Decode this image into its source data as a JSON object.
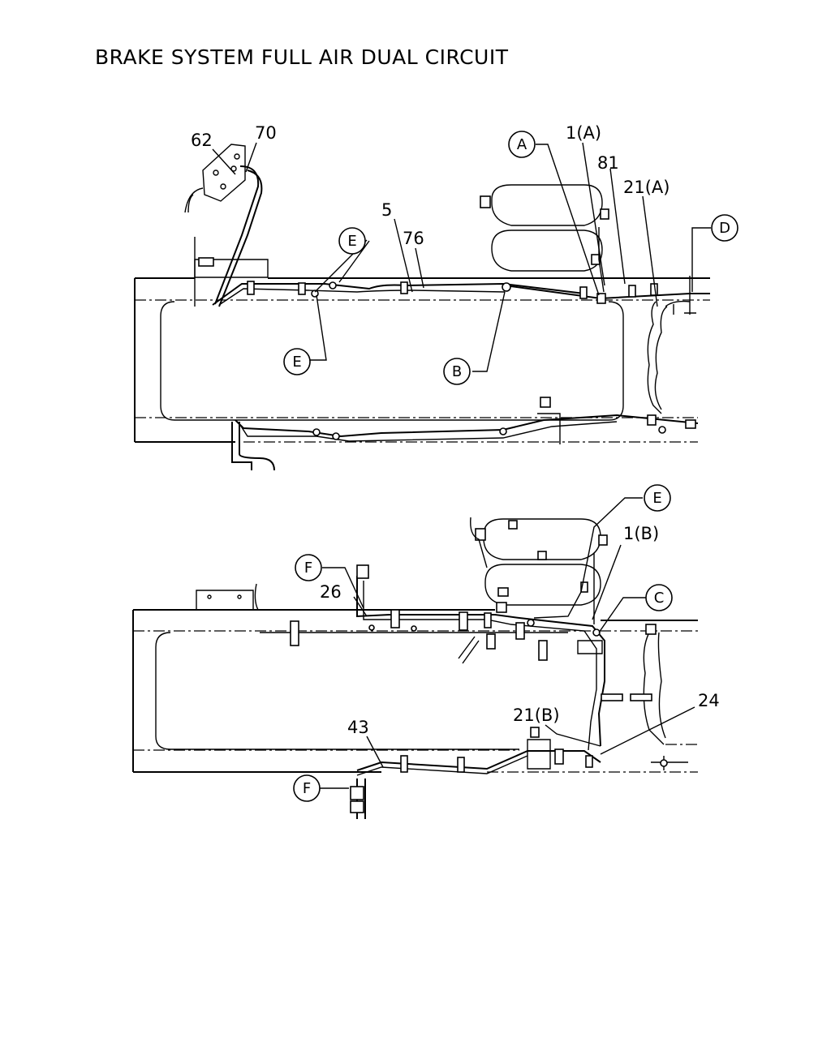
{
  "title": "BRAKE SYSTEM FULL AIR DUAL CIRCUIT",
  "top_view": {
    "labels": {
      "p62": "62",
      "p70": "70",
      "p5": "5",
      "p76": "76",
      "p1a": "1(A)",
      "p81": "81",
      "p21a": "21(A)"
    },
    "callouts": {
      "A": "A",
      "B": "B",
      "D": "D",
      "E1": "E",
      "E2": "E"
    }
  },
  "bottom_view": {
    "labels": {
      "p26": "26",
      "p1b": "1(B)",
      "p21b": "21(B)",
      "p24": "24",
      "p43": "43"
    },
    "callouts": {
      "E": "E",
      "C": "C",
      "F1": "F",
      "F2": "F"
    }
  }
}
